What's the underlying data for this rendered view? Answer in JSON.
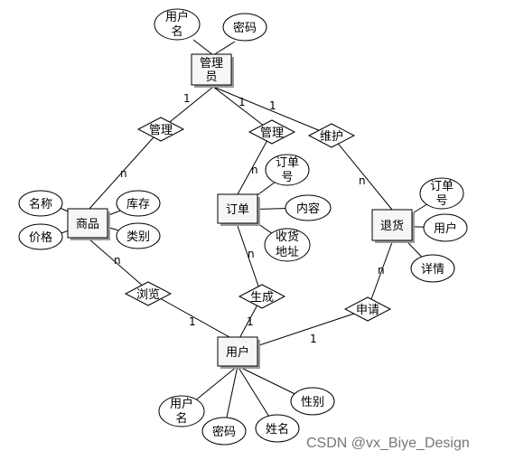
{
  "entities": {
    "admin": "管理员",
    "product": "商品",
    "order": "订单",
    "return": "退货",
    "user": "用户"
  },
  "attributes": {
    "admin_username": "用户名",
    "admin_password": "密码",
    "product_name": "名称",
    "product_price": "价格",
    "product_stock": "库存",
    "product_category": "类别",
    "order_number": "订单号",
    "order_content": "内容",
    "order_address": "收货地址",
    "return_order_number": "订单号",
    "return_user": "用户",
    "return_details": "详情",
    "user_username": "用户名",
    "user_password": "密码",
    "user_name": "姓名",
    "user_gender": "性别"
  },
  "relationships": {
    "manage_product": "管理",
    "manage_order": "管理",
    "maintain_return": "维护",
    "browse": "浏览",
    "generate": "生成",
    "apply": "申请"
  },
  "cardinalities": {
    "admin_manage_product": "1",
    "product_manage": "n",
    "admin_manage_order": "1",
    "order_manage": "n",
    "admin_maintain": "1",
    "return_maintain": "n",
    "product_browse": "n",
    "user_browse": "1",
    "order_generate": "n",
    "user_generate": "1",
    "return_apply": "n",
    "user_apply": "1"
  },
  "watermark": "CSDN @vx_Biye_Design"
}
